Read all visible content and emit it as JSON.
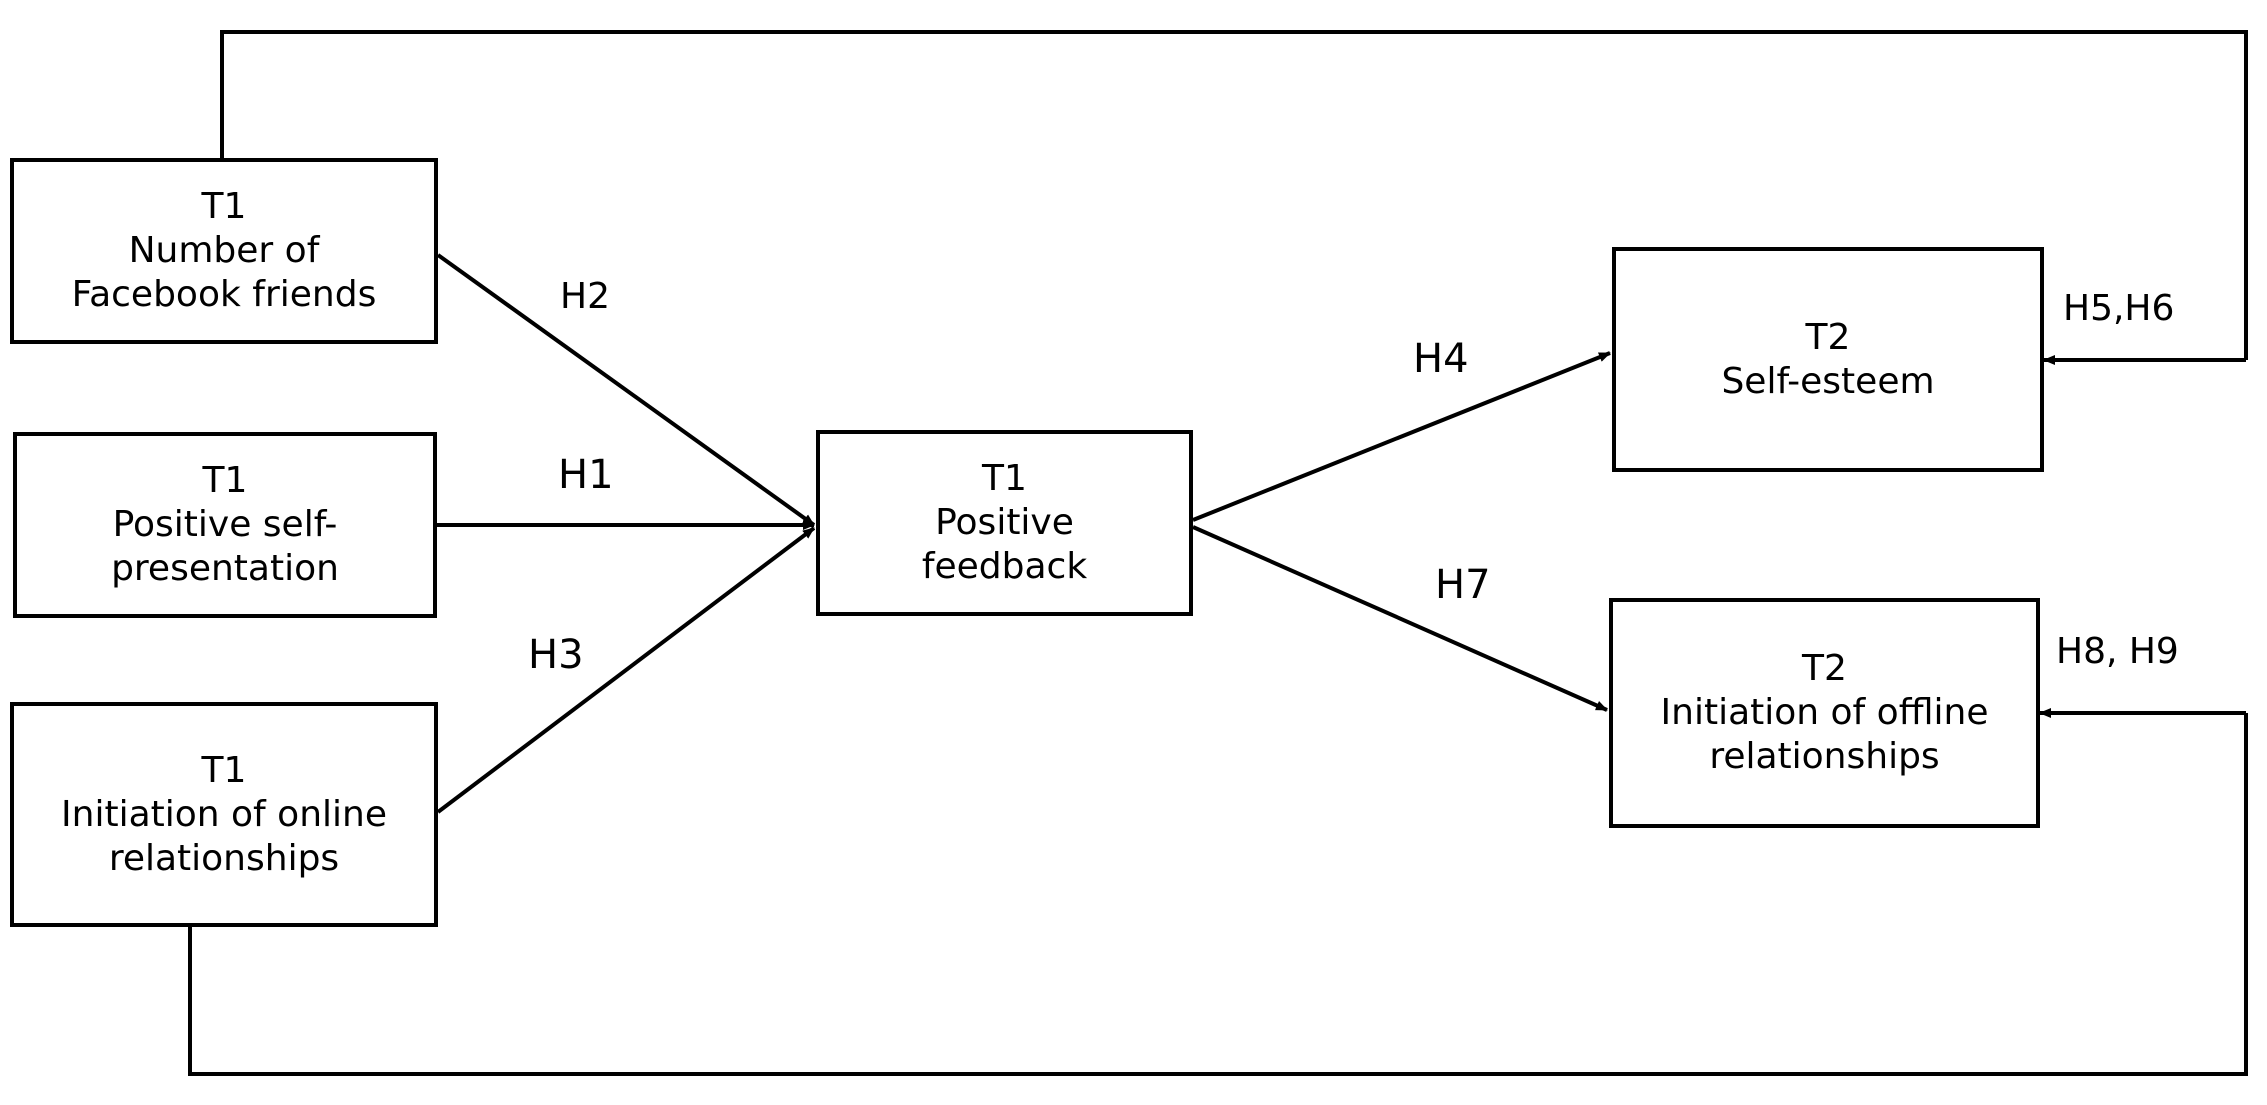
{
  "nodes": {
    "fb_friends": {
      "line1": "T1",
      "line2": "Number of",
      "line3": "Facebook friends"
    },
    "self_presentation": {
      "line1": "T1",
      "line2": "Positive self-",
      "line3": "presentation"
    },
    "online_relationships": {
      "line1": "T1",
      "line2": "Initiation of online",
      "line3": "relationships"
    },
    "positive_feedback": {
      "line1": "T1",
      "line2": "Positive",
      "line3": "feedback"
    },
    "self_esteem": {
      "line1": "T2",
      "line2": "Self-esteem"
    },
    "offline_relationships": {
      "line1": "T2",
      "line2": "Initiation of offline",
      "line3": "relationships"
    }
  },
  "edges": {
    "h1": "H1",
    "h2": "H2",
    "h3": "H3",
    "h4": "H4",
    "h7": "H7",
    "h5_h6": "H5,H6",
    "h8_h9": "H8, H9"
  }
}
